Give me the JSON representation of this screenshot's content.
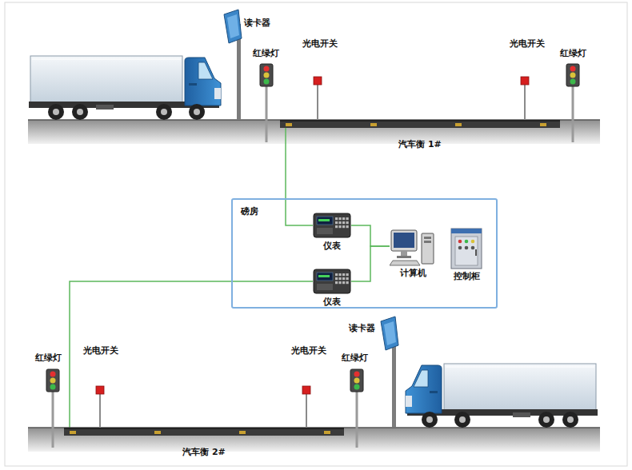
{
  "diagram": {
    "nodes": [
      {
        "text": [
          "汽车衡 1#"
        ]
      },
      {
        "text": [
          "磅房"
        ]
      },
      {
        "text": [
          "仪表"
        ],
        "in": 1
      },
      {
        "text": [
          "仪表"
        ],
        "in": 1
      },
      {
        "text": [
          "计算机"
        ],
        "in": 1
      },
      {
        "text": [
          "控制柜"
        ],
        "in": 1
      },
      {
        "text": [
          "汽车衡 2#"
        ]
      }
    ],
    "edges": [
      {
        "from": 0,
        "to": 2,
        "arrow": "none"
      },
      {
        "from": 6,
        "to": 3,
        "arrow": "none"
      },
      {
        "from": 2,
        "to": 4,
        "arrow": "none"
      },
      {
        "from": 3,
        "to": 4,
        "arrow": "none"
      }
    ],
    "labels": [
      "读卡器",
      "红绿灯",
      "光电开关",
      "光电开关",
      "红绿灯",
      "红绿灯",
      "光电开关",
      "光电开关",
      "读卡器",
      "红绿灯"
    ]
  }
}
